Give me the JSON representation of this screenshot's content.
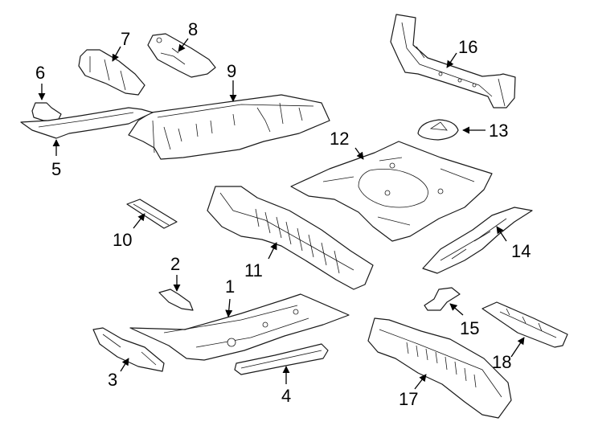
{
  "diagram": {
    "callouts": [
      {
        "id": "1",
        "label": "1"
      },
      {
        "id": "2",
        "label": "2"
      },
      {
        "id": "3",
        "label": "3"
      },
      {
        "id": "4",
        "label": "4"
      },
      {
        "id": "5",
        "label": "5"
      },
      {
        "id": "6",
        "label": "6"
      },
      {
        "id": "7",
        "label": "7"
      },
      {
        "id": "8",
        "label": "8"
      },
      {
        "id": "9",
        "label": "9"
      },
      {
        "id": "10",
        "label": "10"
      },
      {
        "id": "11",
        "label": "11"
      },
      {
        "id": "12",
        "label": "12"
      },
      {
        "id": "13",
        "label": "13"
      },
      {
        "id": "14",
        "label": "14"
      },
      {
        "id": "15",
        "label": "15"
      },
      {
        "id": "16",
        "label": "16"
      },
      {
        "id": "17",
        "label": "17"
      },
      {
        "id": "18",
        "label": "18"
      }
    ],
    "colors": {
      "line": "#1a1a1a",
      "background": "#ffffff"
    }
  }
}
